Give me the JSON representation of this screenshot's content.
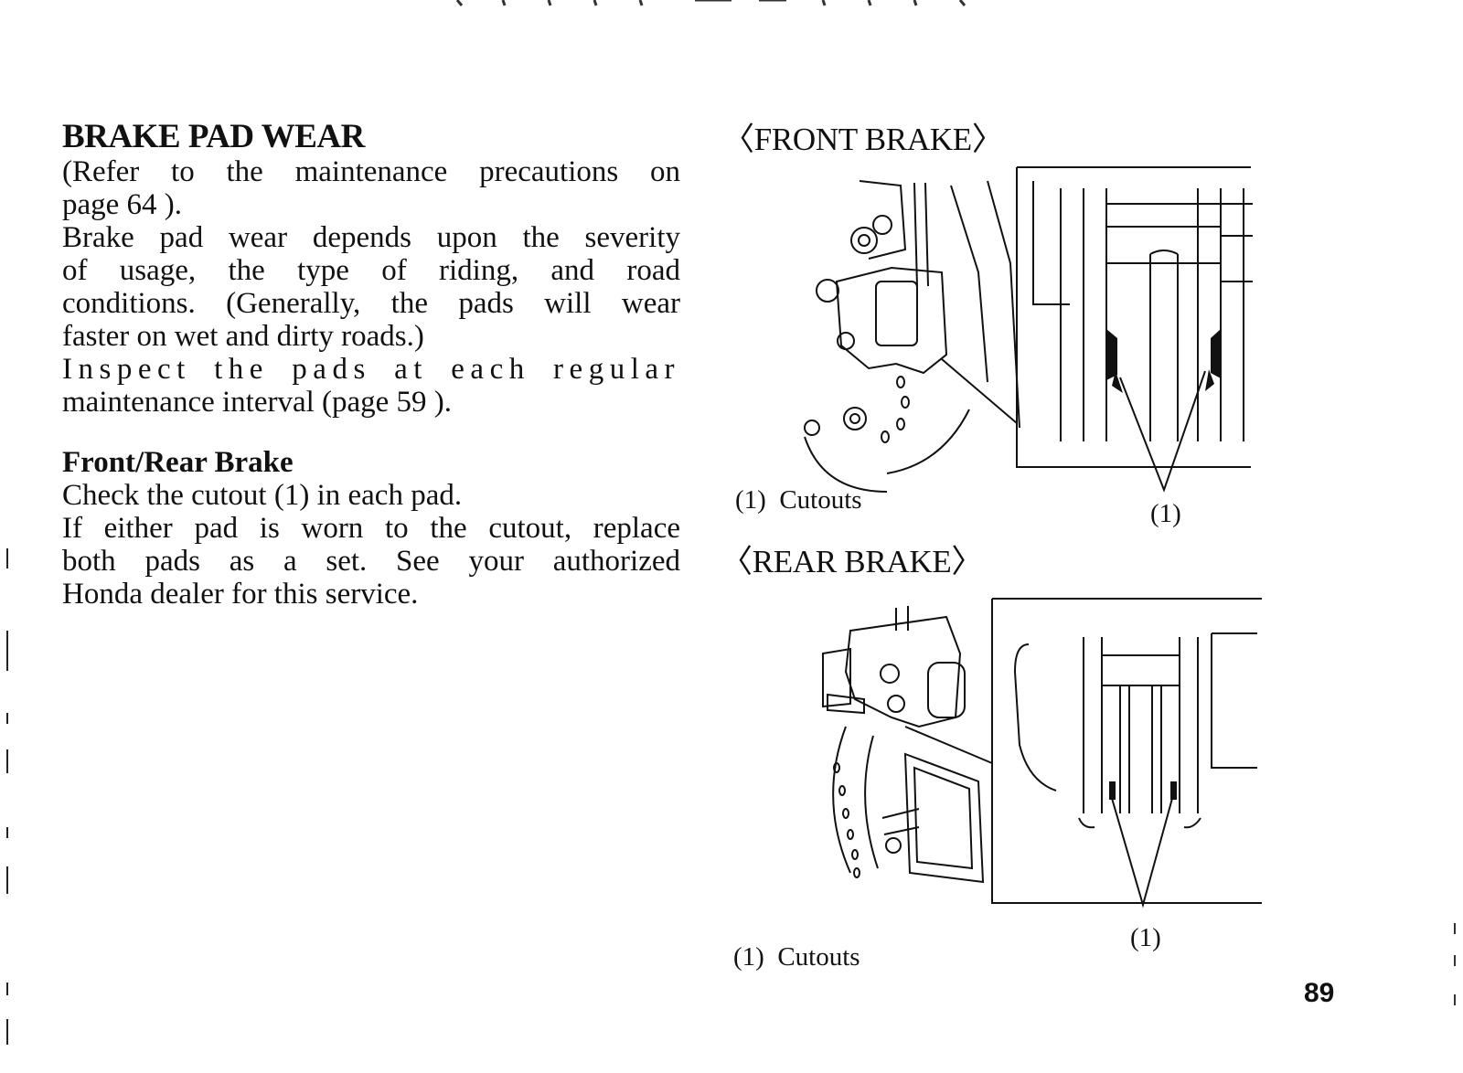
{
  "left": {
    "heading": "BRAKE PAD WEAR",
    "intro_lines": [
      "(Refer to the maintenance precautions on",
      "page 64 ).",
      "Brake pad wear depends upon the severity",
      "of usage, the type of riding, and road",
      "conditions. (Generally, the pads will wear",
      "faster on wet and dirty roads.)",
      "Inspect the pads at each regular",
      "maintenance interval (page 59 )."
    ],
    "subheading": "Front/Rear Brake",
    "detail_lines": [
      "Check the cutout (1) in each pad.",
      "If either pad is worn to the cutout, replace",
      "both pads as a set. See your authorized",
      "Honda dealer for this service."
    ]
  },
  "right": {
    "front_label": "〈FRONT BRAKE〉",
    "front_caption": "(1)  Cutouts",
    "front_callout": "(1)",
    "rear_label": "〈REAR BRAKE〉",
    "rear_caption": "(1)  Cutouts",
    "rear_callout": "(1)"
  },
  "page_number": "89"
}
